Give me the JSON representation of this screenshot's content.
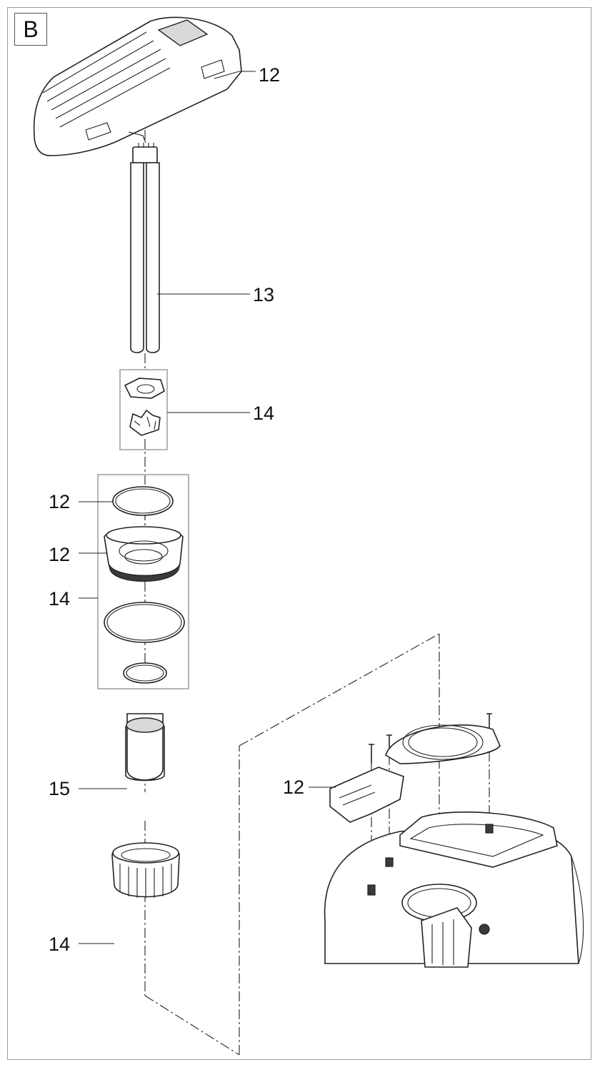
{
  "figure": {
    "badge": "B",
    "callouts": [
      {
        "id": "housing-cover",
        "label": "12"
      },
      {
        "id": "uvc-lamp",
        "label": "13"
      },
      {
        "id": "lamp-holder-set",
        "label": "14"
      },
      {
        "id": "o-ring-upper",
        "label": "12"
      },
      {
        "id": "bayonet-ring",
        "label": "12"
      },
      {
        "id": "seal-set",
        "label": "14"
      },
      {
        "id": "quartz-glass",
        "label": "15"
      },
      {
        "id": "union-nut",
        "label": "14"
      },
      {
        "id": "mounting-bracket",
        "label": "12"
      }
    ]
  }
}
